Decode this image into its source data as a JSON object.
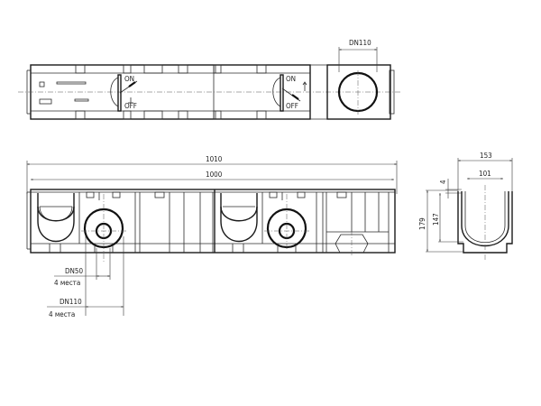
{
  "drawing": {
    "title": "Drainage channel technical drawing",
    "views": [
      "top-view",
      "side-view",
      "cross-section"
    ]
  },
  "top_view": {
    "outlet_label": "DN110"
  },
  "side_view": {
    "overall_length": "1010",
    "inner_length": "1000",
    "outlet_small_label": "DN50",
    "outlet_small_count": "4 места",
    "outlet_large_label": "DN110",
    "outlet_large_count": "4 места"
  },
  "cross_section": {
    "outer_width": "153",
    "inner_width": "101",
    "wall_offset": "4",
    "outer_height": "179",
    "inner_height": "147"
  }
}
